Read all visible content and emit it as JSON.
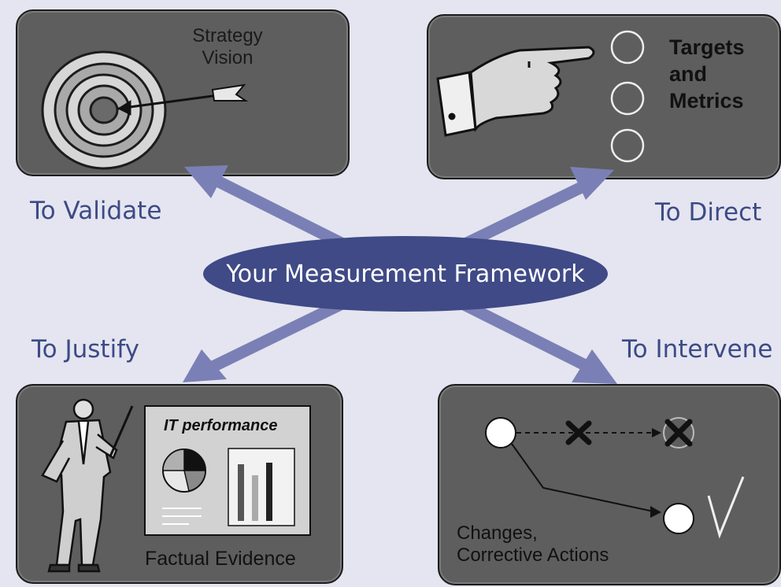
{
  "center": {
    "label": "Your Measurement Framework"
  },
  "purposes": {
    "validate": "To Validate",
    "direct": "To Direct",
    "justify": "To Justify",
    "intervene": "To Intervene"
  },
  "panels": {
    "strategy": {
      "line1": "Strategy",
      "line2": "Vision"
    },
    "targets": {
      "line1": "Targets",
      "line2": "and",
      "line3": "Metrics"
    },
    "evidence": {
      "chart_title": "IT performance",
      "caption": "Factual Evidence"
    },
    "changes": {
      "line1": "Changes,",
      "line2": "Corrective Actions"
    }
  },
  "colors": {
    "background": "#e4e5f0",
    "panel": "#5e5e5e",
    "accent": "#3f4a86",
    "arrow": "#7a80b5"
  }
}
